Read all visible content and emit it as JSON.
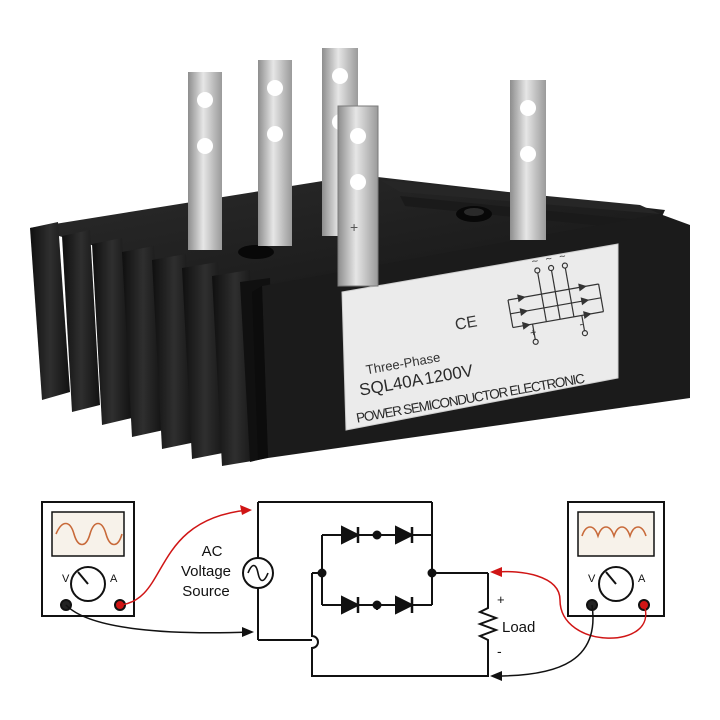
{
  "product": {
    "label_line1": "Three-Phase",
    "label_model": "SQL40A",
    "label_voltage": "1200V",
    "label_maker": "POWER SEMICONDUCTOR ELECTRONIC",
    "ce_mark": "CE",
    "ac_symbol": "~",
    "plus_symbol": "+",
    "minus_symbol": "-"
  },
  "diagram": {
    "source_line1": "AC",
    "source_line2": "Voltage",
    "source_line3": "Source",
    "load_label": "Load",
    "plus_label": "+",
    "minus_label": "-",
    "meter_left_v": "V",
    "meter_left_a": "A",
    "meter_right_v": "V",
    "meter_right_a": "A",
    "meter_left_wave": "ac-sine",
    "meter_right_wave": "rectified-ripple",
    "colors": {
      "heatsink": "#1c1c1c",
      "label_bg": "#e9e9e9",
      "probe_red": "#d01515",
      "wire": "#111111"
    }
  }
}
